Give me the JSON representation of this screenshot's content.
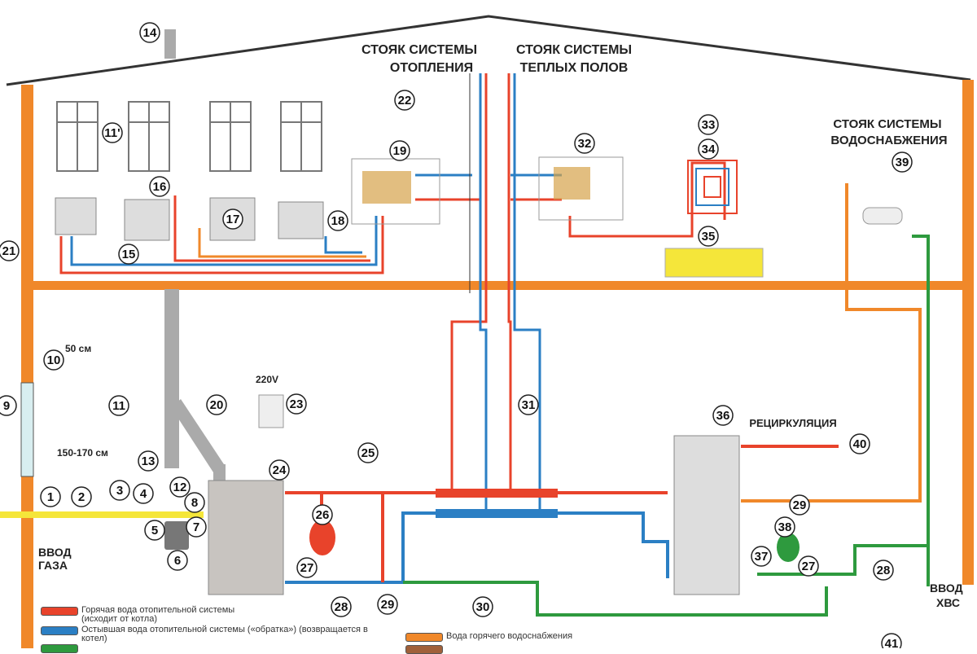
{
  "labels": {
    "heating_riser": [
      "СТОЯК СИСТЕМЫ",
      "ОТОПЛЕНИЯ"
    ],
    "floor_riser": [
      "СТОЯК СИСТЕМЫ",
      "ТЕПЛЫХ ПОЛОВ"
    ],
    "water_riser": [
      "СТОЯК СИСТЕМЫ",
      "ВОДОСНАБЖЕНИЯ"
    ],
    "recirculation": "РЕЦИРКУЛЯЦИЯ",
    "voltage": "220V",
    "dist_50": "50 см",
    "dist_150": "150-170 см",
    "gas_input": [
      "ВВОД",
      "ГАЗА"
    ],
    "cold_input": [
      "ВВОД",
      "ХВС"
    ]
  },
  "markers": [
    "1",
    "2",
    "3",
    "4",
    "5",
    "6",
    "7",
    "8",
    "9",
    "10",
    "11",
    "11'",
    "12",
    "13",
    "14",
    "15",
    "16",
    "17",
    "18",
    "19",
    "20",
    "21",
    "22",
    "23",
    "24",
    "25",
    "26",
    "27",
    "28",
    "29",
    "30",
    "31",
    "32",
    "33",
    "34",
    "35",
    "36",
    "37",
    "38",
    "27",
    "28",
    "29",
    "39",
    "40",
    "41"
  ],
  "legend": [
    {
      "text": "Горячая вода отопительной системы (исходит от котла)",
      "color": "#e8432b"
    },
    {
      "text": "Остывшая вода отопительной системы («обратка») (возвращается в котел)",
      "color": "#2b7fc4"
    },
    {
      "text": "",
      "color": "#2e9a3e"
    },
    {
      "text": "Вода горячего водоснабжения",
      "color": "#f0882a"
    },
    {
      "text": "",
      "color": "#a0603a"
    }
  ],
  "colors": {
    "hot": "#e8432b",
    "return": "#2b7fc4",
    "cold": "#2e9a3e",
    "dhw": "#f0882a",
    "gas": "#f5e63a",
    "wall": "#f0882a"
  }
}
